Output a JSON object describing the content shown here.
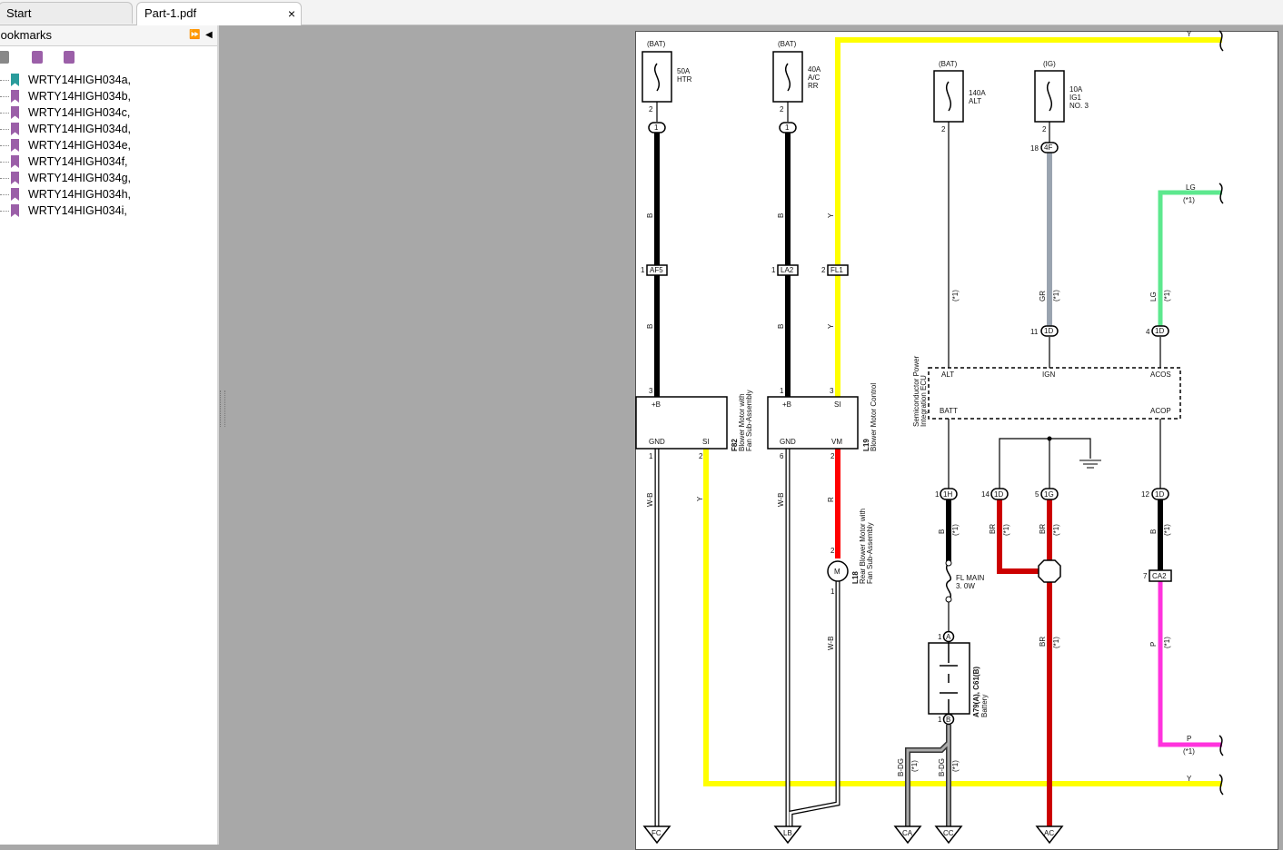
{
  "tabs": [
    {
      "label": "Start"
    },
    {
      "label": "Part-1.pdf",
      "close": "×"
    }
  ],
  "sidebar": {
    "title": "Bookmarks",
    "expand_icon": "⏩",
    "collapse_icon": "◀",
    "tools": [
      "delete-bookmark-icon",
      "add-bookmark-icon",
      "goto-bookmark-icon"
    ],
    "bookmarks": [
      {
        "label": "WRTY14HIGH034a,"
      },
      {
        "label": "WRTY14HIGH034b,"
      },
      {
        "label": "WRTY14HIGH034c,"
      },
      {
        "label": "WRTY14HIGH034d,"
      },
      {
        "label": "WRTY14HIGH034e,"
      },
      {
        "label": "WRTY14HIGH034f,"
      },
      {
        "label": "WRTY14HIGH034g,"
      },
      {
        "label": "WRTY14HIGH034h,"
      },
      {
        "label": "WRTY14HIGH034i,"
      }
    ]
  },
  "diagram": {
    "fuses": [
      {
        "src": "(BAT)",
        "l1": "50A",
        "l2": "HTR",
        "l3": ""
      },
      {
        "src": "(BAT)",
        "l1": "40A",
        "l2": "A/C",
        "l3": "RR"
      },
      {
        "src": "(BAT)",
        "l1": "140A",
        "l2": "ALT",
        "l3": ""
      },
      {
        "src": "(IG)",
        "l1": "10A",
        "l2": "IG1",
        "l3": "NO. 3"
      }
    ],
    "pins": {
      "p2": "2",
      "p1": "1",
      "p3": "3",
      "p6": "6",
      "p18": "18",
      "p11": "11",
      "p4": "4",
      "p14": "14",
      "p5": "5",
      "p12": "12",
      "p7": "7"
    },
    "connectors": {
      "c1": "1",
      "af5": "AF5",
      "la2": "LA2",
      "fl1": "FL1",
      "c4f": "4F",
      "c1d": "1D",
      "c1h": "1H",
      "c1g": "1G",
      "ca2": "CA2",
      "a": "A",
      "b": "B"
    },
    "wires": {
      "b": "B",
      "y": "Y",
      "wb": "W-B",
      "r": "R",
      "gr": "GR",
      "lg": "LG",
      "br": "BR",
      "p": "P",
      "bdg": "B-DG",
      "star1": "(*1)"
    },
    "components": {
      "f82_code": "F82",
      "f82_name1": "Blower Motor with",
      "f82_name2": "Fan Sub-Assembly",
      "l19_code": "L19",
      "l19_name": "Blower Motor Control",
      "l18_code": "L18",
      "l18_name1": "Rear Blower Motor with",
      "l18_name2": "Fan Sub-Assembly",
      "ecu1": "Semiconductor Power",
      "ecu2": "Integration ECU",
      "batt_code": "A79(A), C61(B)",
      "batt_name": "Battery",
      "fl1": "FL MAIN",
      "fl2": "3. 0W",
      "motor": "M"
    },
    "terminals": {
      "pb": "+B",
      "gnd": "GND",
      "si": "SI",
      "vm": "VM",
      "alt": "ALT",
      "ign": "IGN",
      "acos": "ACOS",
      "batt": "BATT",
      "acop": "ACOP"
    },
    "grounds": {
      "fc": "FC",
      "lb": "LB",
      "ca": "CA",
      "cc": "CC",
      "ac": "AC"
    },
    "colors": {
      "yellow": "#ffff00",
      "red": "#d40000",
      "gray": "#9aa4b0",
      "green": "#5de88e",
      "magenta": "#ff33dd",
      "black": "#000000"
    }
  }
}
